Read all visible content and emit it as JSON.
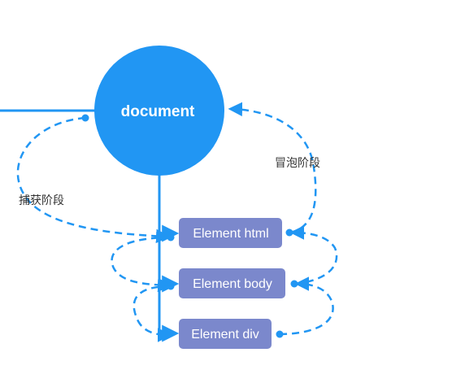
{
  "document_node": {
    "label": "document"
  },
  "elements": [
    {
      "label": "Element html"
    },
    {
      "label": "Element body"
    },
    {
      "label": "Element div"
    }
  ],
  "phases": {
    "capture": "捕获阶段",
    "bubble": "冒泡阶段"
  },
  "colors": {
    "document_fill": "#2196F3",
    "element_fill": "#7B88CC",
    "line": "#2196F3",
    "text_dark": "#333333"
  }
}
